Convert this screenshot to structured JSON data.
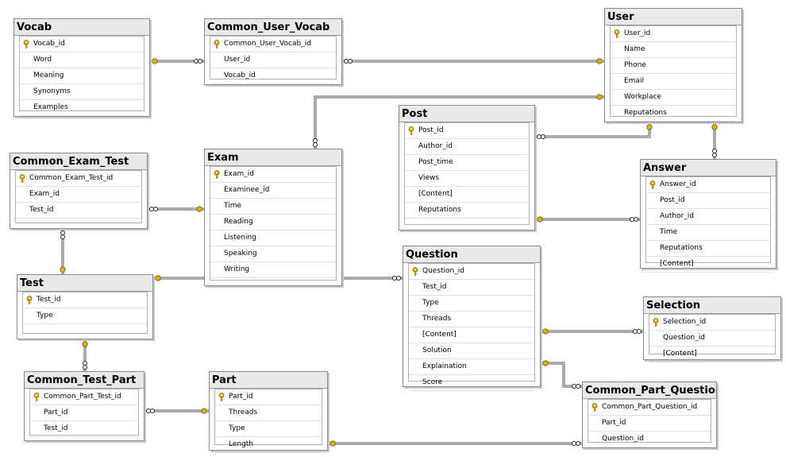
{
  "tables": [
    {
      "id": "vocab",
      "title": "Vocab",
      "columns": [
        "Vocab_id",
        "Word",
        "Meaning",
        "Synonyms",
        "Examples"
      ],
      "pk": 0
    },
    {
      "id": "common_user_vocab",
      "title": "Common_User_Vocab",
      "columns": [
        "Common_User_Vocab_id",
        "User_id",
        "Vocab_id"
      ],
      "pk": 0
    },
    {
      "id": "user",
      "title": "User",
      "columns": [
        "User_id",
        "Name",
        "Phone",
        "Email",
        "Workplace",
        "Reputations"
      ],
      "pk": 0
    },
    {
      "id": "post",
      "title": "Post",
      "columns": [
        "Post_id",
        "Author_id",
        "Post_time",
        "Views",
        "[Content]",
        "Reputations"
      ],
      "pk": 0
    },
    {
      "id": "common_exam_test",
      "title": "Common_Exam_Test",
      "columns": [
        "Common_Exam_Test_id",
        "Exam_id",
        "Test_id"
      ],
      "pk": 0
    },
    {
      "id": "exam",
      "title": "Exam",
      "columns": [
        "Exam_id",
        "Examinee_id",
        "Time",
        "Reading",
        "Listening",
        "Speaking",
        "Writing"
      ],
      "pk": 0
    },
    {
      "id": "answer",
      "title": "Answer",
      "columns": [
        "Answer_id",
        "Post_id",
        "Author_id",
        "Time",
        "Reputations",
        "[Content]"
      ],
      "pk": 0
    },
    {
      "id": "test",
      "title": "Test",
      "columns": [
        "Test_id",
        "Type"
      ],
      "pk": 0
    },
    {
      "id": "question",
      "title": "Question",
      "columns": [
        "Question_id",
        "Test_id",
        "Type",
        "Threads",
        "[Content]",
        "Solution",
        "Explaination",
        "Score"
      ],
      "pk": 0
    },
    {
      "id": "selection",
      "title": "Selection",
      "columns": [
        "Selection_id",
        "Question_id",
        "[Content]"
      ],
      "pk": 0
    },
    {
      "id": "common_test_part",
      "title": "Common_Test_Part",
      "columns": [
        "Common_Part_Test_id",
        "Part_id",
        "Test_id"
      ],
      "pk": 0
    },
    {
      "id": "part",
      "title": "Part",
      "columns": [
        "Part_id",
        "Threads",
        "Type",
        "Length"
      ],
      "pk": 0
    },
    {
      "id": "common_part_question",
      "title": "Common_Part_Question",
      "columns": [
        "Common_Part_Question_id",
        "Part_id",
        "Question_id"
      ],
      "pk": 0
    }
  ],
  "relationships": [
    {
      "from": "vocab",
      "to": "common_user_vocab",
      "one_end": "vocab",
      "many_end": "common_user_vocab"
    },
    {
      "from": "user",
      "to": "common_user_vocab",
      "one_end": "user",
      "many_end": "common_user_vocab"
    },
    {
      "from": "user",
      "to": "exam",
      "one_end": "user",
      "many_end": "exam"
    },
    {
      "from": "user",
      "to": "post",
      "one_end": "user",
      "many_end": "post"
    },
    {
      "from": "user",
      "to": "answer",
      "one_end": "user",
      "many_end": "answer"
    },
    {
      "from": "post",
      "to": "answer",
      "one_end": "post",
      "many_end": "answer"
    },
    {
      "from": "exam",
      "to": "common_exam_test",
      "one_end": "exam",
      "many_end": "common_exam_test"
    },
    {
      "from": "test",
      "to": "common_exam_test",
      "one_end": "test",
      "many_end": "common_exam_test"
    },
    {
      "from": "test",
      "to": "question",
      "one_end": "test",
      "many_end": "question"
    },
    {
      "from": "test",
      "to": "common_test_part",
      "one_end": "test",
      "many_end": "common_test_part"
    },
    {
      "from": "part",
      "to": "common_test_part",
      "one_end": "part",
      "many_end": "common_test_part"
    },
    {
      "from": "part",
      "to": "common_part_question",
      "one_end": "part",
      "many_end": "common_part_question"
    },
    {
      "from": "question",
      "to": "selection",
      "one_end": "question",
      "many_end": "selection"
    },
    {
      "from": "question",
      "to": "common_part_question",
      "one_end": "question",
      "many_end": "common_part_question"
    }
  ],
  "colors": {
    "line": "#555555",
    "key": "#d6b11c",
    "title_bg": "#e9e9e9",
    "border": "#8a8a8a"
  }
}
